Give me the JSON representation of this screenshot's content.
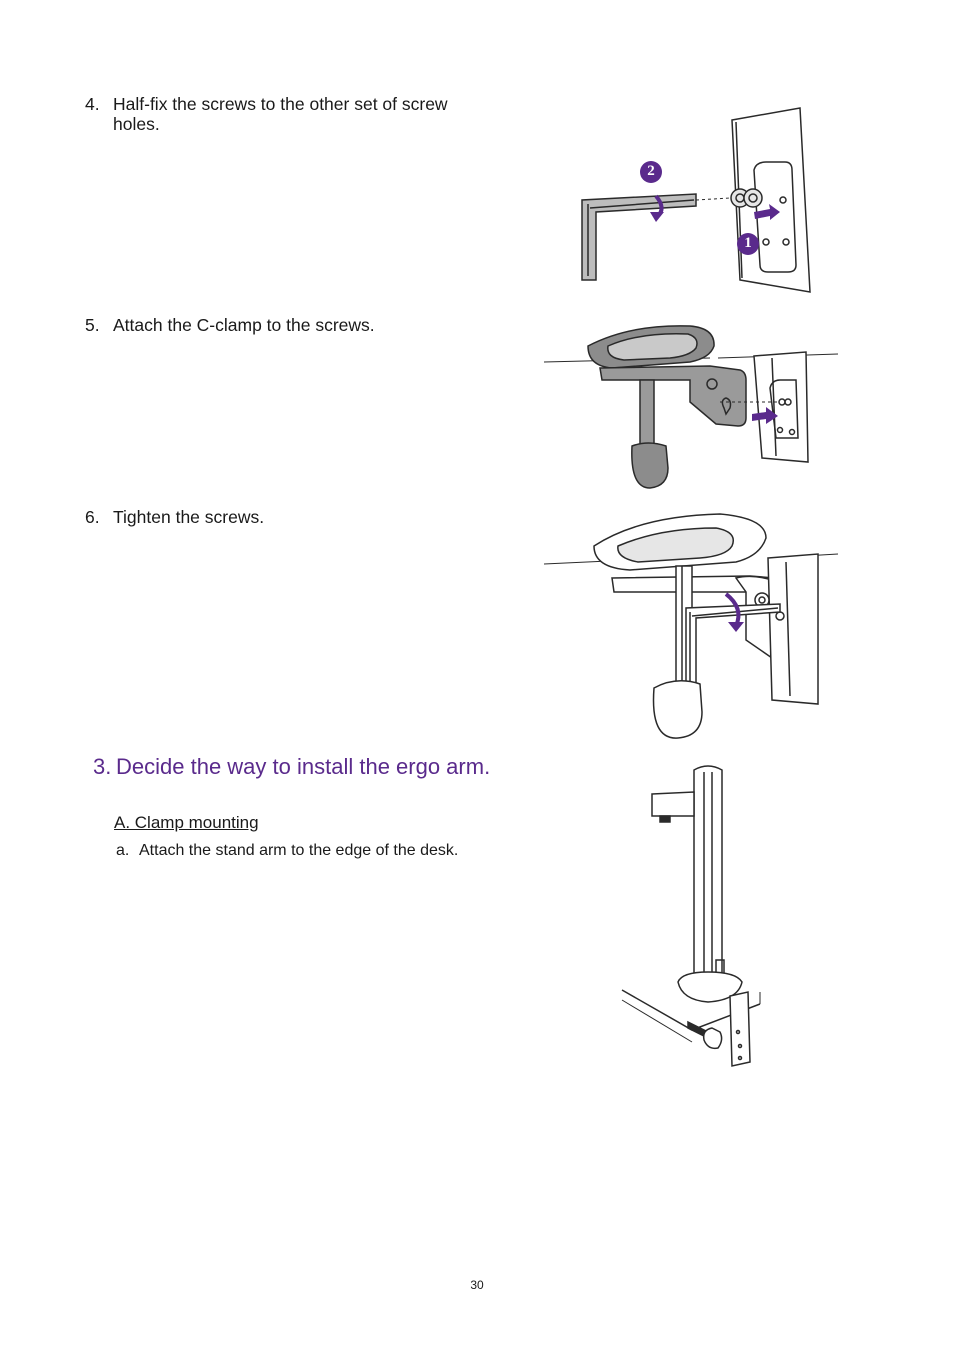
{
  "steps": [
    {
      "number": "4.",
      "text": "Half-fix the screws to the other set of screw holes."
    },
    {
      "number": "5.",
      "text": "Attach the C-clamp to the screws."
    },
    {
      "number": "6.",
      "text": "Tighten the screws."
    }
  ],
  "figure_callouts": {
    "first": "1",
    "second": "2"
  },
  "section": {
    "number": "3.",
    "title": "Decide the way to install the ergo arm.",
    "subheading": "A. Clamp mounting",
    "substep": {
      "label": "a.",
      "text": "Attach the stand arm to the edge of the desk."
    }
  },
  "page_number": "30",
  "colors": {
    "accent": "#5a2a8c",
    "line": "#2a2a2a",
    "fill_gray": "#9a9a9a"
  }
}
